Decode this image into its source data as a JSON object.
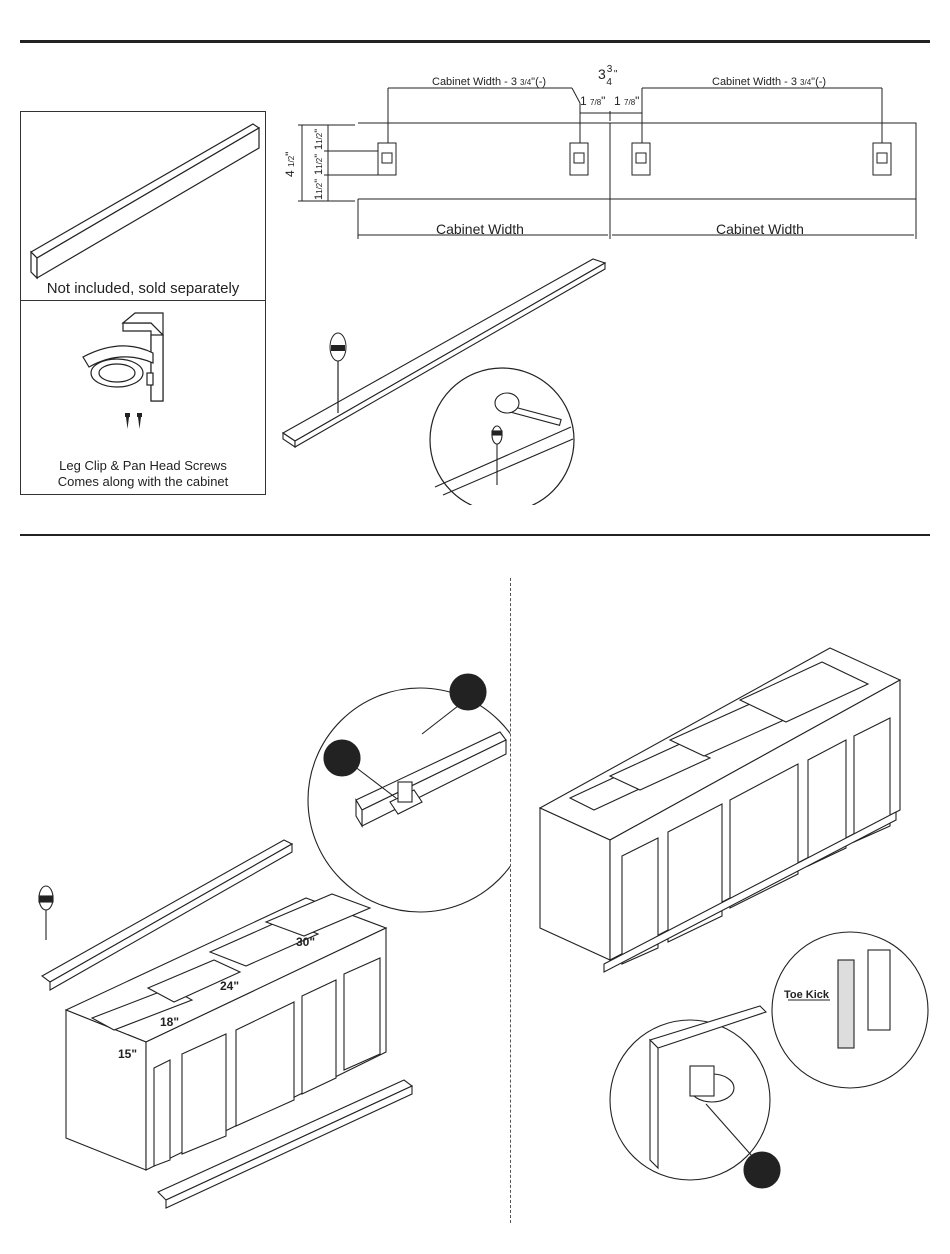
{
  "panels": {
    "toe_kick_note": "Not included, sold separately",
    "leg_clip_note_line1": "Leg Clip & Pan Head Screws",
    "leg_clip_note_line2": "Comes along with the cabinet"
  },
  "top_diagram": {
    "gap_label": "3",
    "gap_frac_num": "3",
    "gap_frac_den": "4",
    "dim_left": "Cabinet Width - 3",
    "dim_left_frac": "3/4",
    "dim_left_suffix": "\"(-)",
    "dim_right": "Cabinet Width - 3",
    "dim_right_frac": "3/4",
    "dim_right_suffix": "\"(-)",
    "half_gap_left": "1",
    "half_gap_right": "1",
    "half_gap_frac": "7/8",
    "height_total": "4",
    "height_total_frac": "1/2",
    "height_part": "1",
    "height_part_frac": "1/2",
    "cabinet_width_left": "Cabinet Width",
    "cabinet_width_right": "Cabinet Width"
  },
  "bottom_left": {
    "sizes": [
      "15\"",
      "18\"",
      "24\"",
      "30\""
    ]
  },
  "bottom_right": {
    "toe_kick_label": "Toe Kick"
  }
}
